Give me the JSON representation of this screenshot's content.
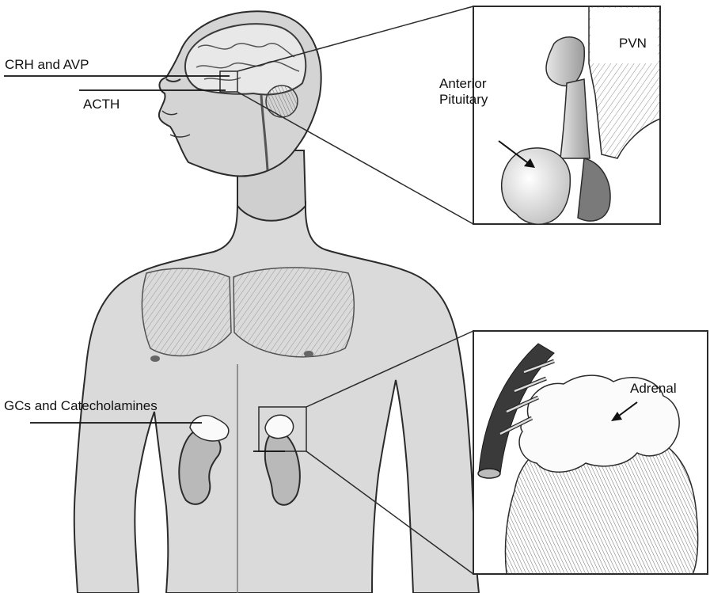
{
  "labels": {
    "crh_avp": "CRH and AVP",
    "acth": "ACTH",
    "anterior_pituitary": "Anterior Pituitary",
    "pvn": "PVN",
    "gcs_catecholamines": "GCs and Catecholamines",
    "adrenal": "Adrenal"
  },
  "colors": {
    "line": "#2b2b2b",
    "skin": "#d2d2d2",
    "shadow": "#9a9a9a",
    "organ_light": "#efefef",
    "organ_dark": "#7d7d7d"
  }
}
